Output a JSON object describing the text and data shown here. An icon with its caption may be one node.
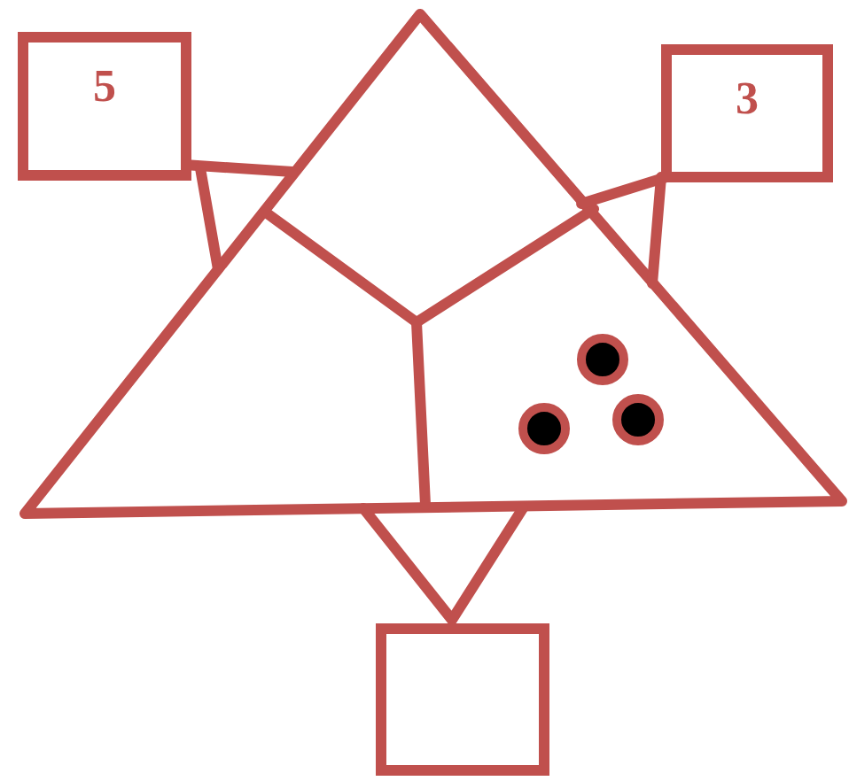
{
  "diagram": {
    "nodes": [
      {
        "text": [
          "5"
        ]
      },
      {
        "text": [
          "3"
        ]
      },
      {
        "text": [],
        "shape": "box"
      }
    ]
  }
}
